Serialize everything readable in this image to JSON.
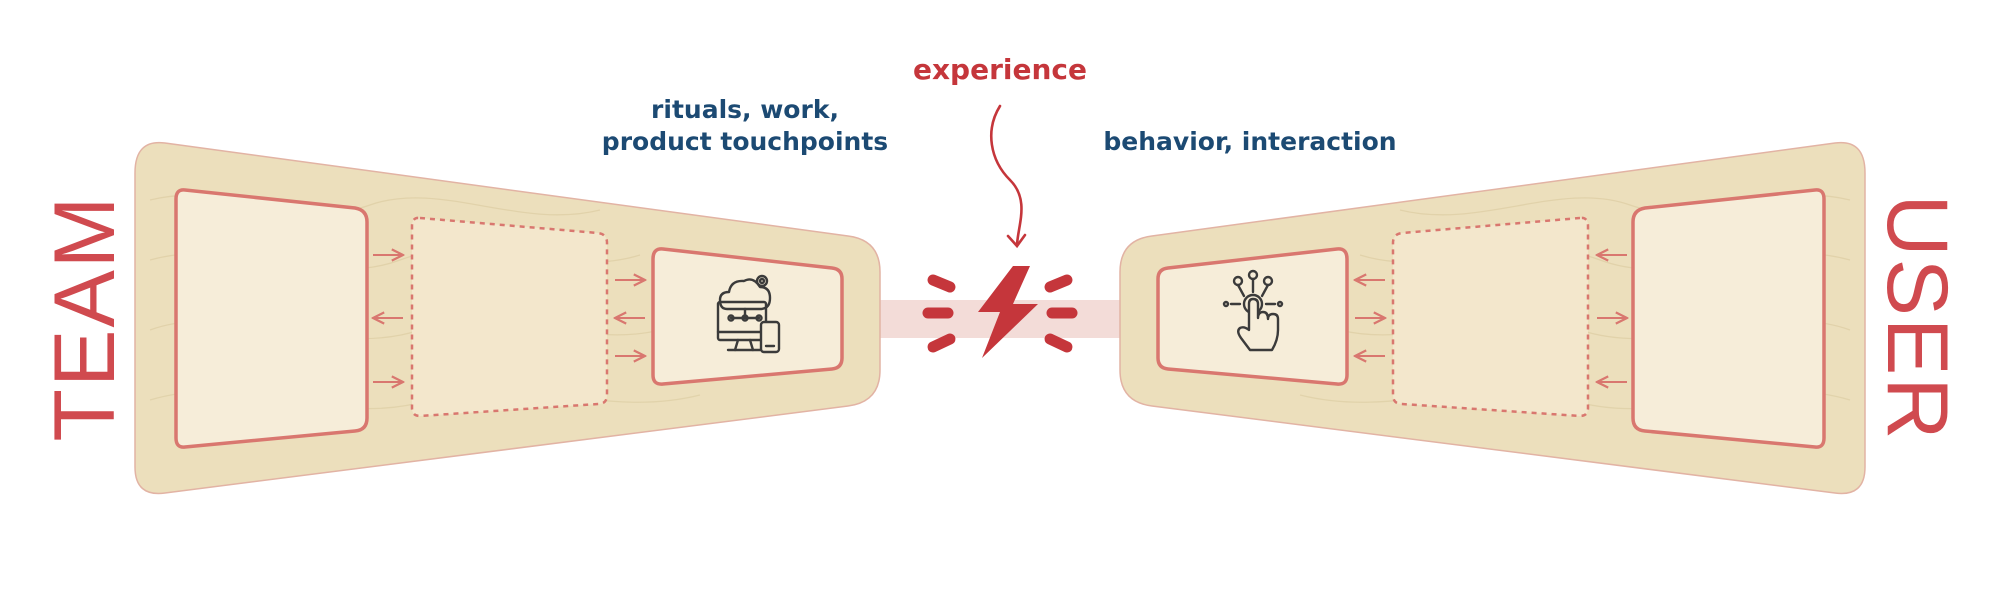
{
  "labels": {
    "team": "TEAM",
    "user": "USER",
    "experience": "experience",
    "left_caption": "rituals, work, product touchpoints",
    "right_caption": "behavior, interaction"
  },
  "colors": {
    "red": "#c5363b",
    "soft_red": "#d9776f",
    "navy": "#1c4a73",
    "tan": "#ecdfbc",
    "cream": "#f6edd9",
    "beam": "#f3dcd8"
  },
  "icons": {
    "left": "cloud-network-devices-icon",
    "right": "touch-interaction-icon",
    "center": "lightning-bolt-icon"
  }
}
